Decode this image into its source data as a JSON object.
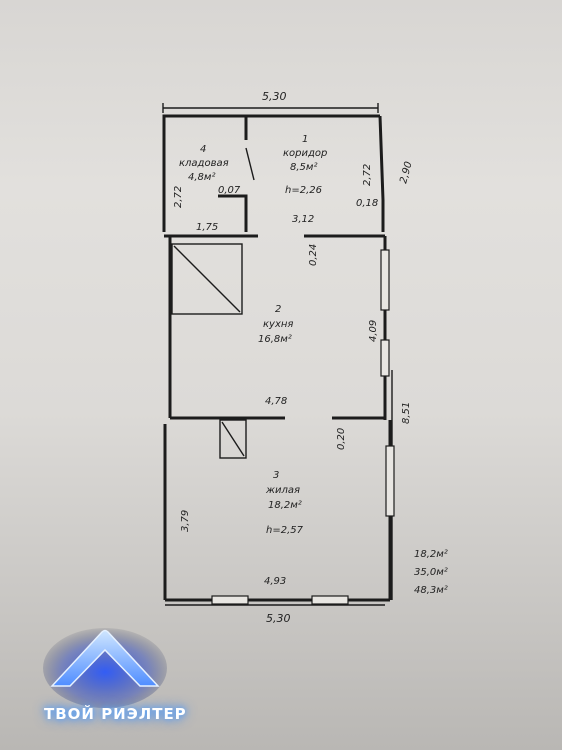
{
  "dimensions": {
    "top_width": "5,30",
    "bottom_width": "5,30",
    "left_height_upper": "2,72",
    "right_height_upper": "2,72",
    "diag_right": "2,90",
    "storage_inner": "0,07",
    "storage_width": "1,75",
    "corridor_inner": "3,12",
    "corridor_small": "0,18",
    "kitchen_gap": "0,24",
    "kitchen_right": "4,09",
    "kitchen_width": "4,78",
    "total_right": "8,51",
    "living_gap": "0,20",
    "living_left": "3,79",
    "living_width": "4,93"
  },
  "rooms": [
    {
      "number": "1",
      "name": "коридор",
      "area": "8,5м²",
      "height": "h=2,26"
    },
    {
      "number": "2",
      "name": "кухня",
      "area": "16,8м²"
    },
    {
      "number": "3",
      "name": "жилая",
      "area": "18,2м²",
      "height": "h=2,57"
    },
    {
      "number": "4",
      "name": "кладовая",
      "area": "4,8м²"
    }
  ],
  "totals": [
    "18,2м²",
    "35,0м²",
    "48,3м²"
  ],
  "logo": {
    "text": "ТВОЙ РИЭЛТЕР"
  },
  "colors": {
    "wall": "#1c1c1c",
    "logo_glow": "#2f7bff",
    "paper": "#e2e0dd"
  }
}
